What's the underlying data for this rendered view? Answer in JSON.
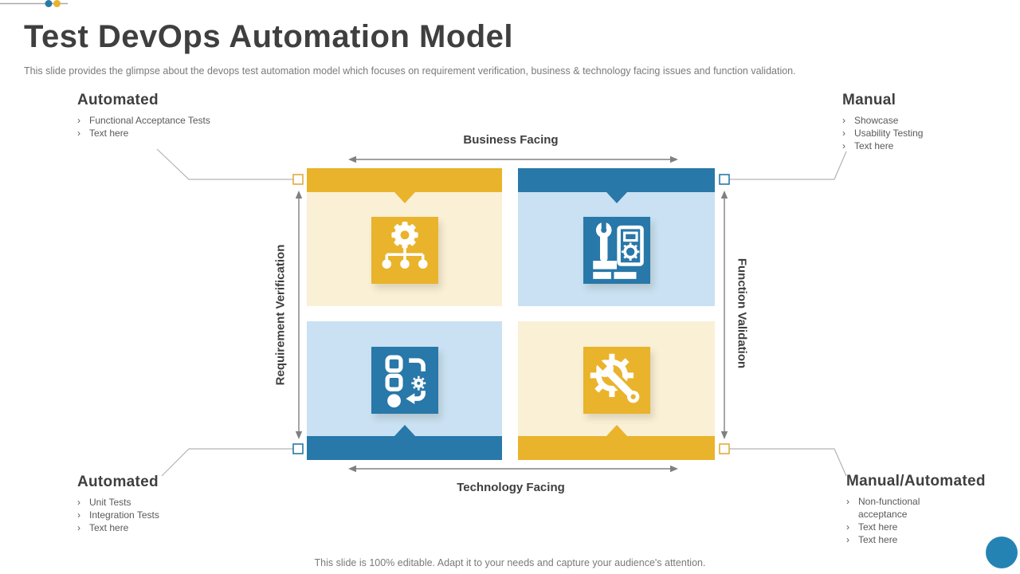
{
  "slide": {
    "title": "Test DevOps Automation Model",
    "subtitle": "This slide provides the glimpse about the devops test automation model which focuses on requirement verification, business & technology facing issues and function validation.",
    "footer_note": "This slide is 100% editable. Adapt it to your needs and capture your audience's attention.",
    "bullet_char": "›"
  },
  "callouts": {
    "top_left": {
      "heading": "Automated",
      "items": [
        "Functional Acceptance Tests",
        "Text here"
      ]
    },
    "top_right": {
      "heading": "Manual",
      "items": [
        "Showcase",
        "Usability Testing",
        "Text here"
      ]
    },
    "bottom_left": {
      "heading": "Automated",
      "items": [
        "Unit Tests",
        "Integration Tests",
        "Text here"
      ]
    },
    "bottom_right": {
      "heading": "Manual/Automated",
      "items": [
        "Non-functional acceptance",
        "Text here",
        "Text here"
      ]
    }
  },
  "matrix": {
    "axis_top": "Business Facing",
    "axis_bottom": "Technology Facing",
    "axis_left": "Requirement Verification",
    "axis_right": "Function Validation",
    "quadrants": [
      {
        "position": "top-left",
        "icon": "gear-hierarchy-icon"
      },
      {
        "position": "top-right",
        "icon": "toolkit-icon"
      },
      {
        "position": "bottom-left",
        "icon": "workflow-gear-icon"
      },
      {
        "position": "bottom-right",
        "icon": "gear-wrench-icon"
      }
    ]
  },
  "colors": {
    "gold": "#E9B32B",
    "cream": "#FAF0D6",
    "blue": "#2878A9",
    "light_blue": "#C9E1F2",
    "title_text": "#3F3F3F",
    "body_text": "#595959",
    "muted_text": "#7A7A7A",
    "line_gray": "#A9A9A9",
    "arrow_gray": "#808080",
    "circle_blue": "#2583B4"
  }
}
